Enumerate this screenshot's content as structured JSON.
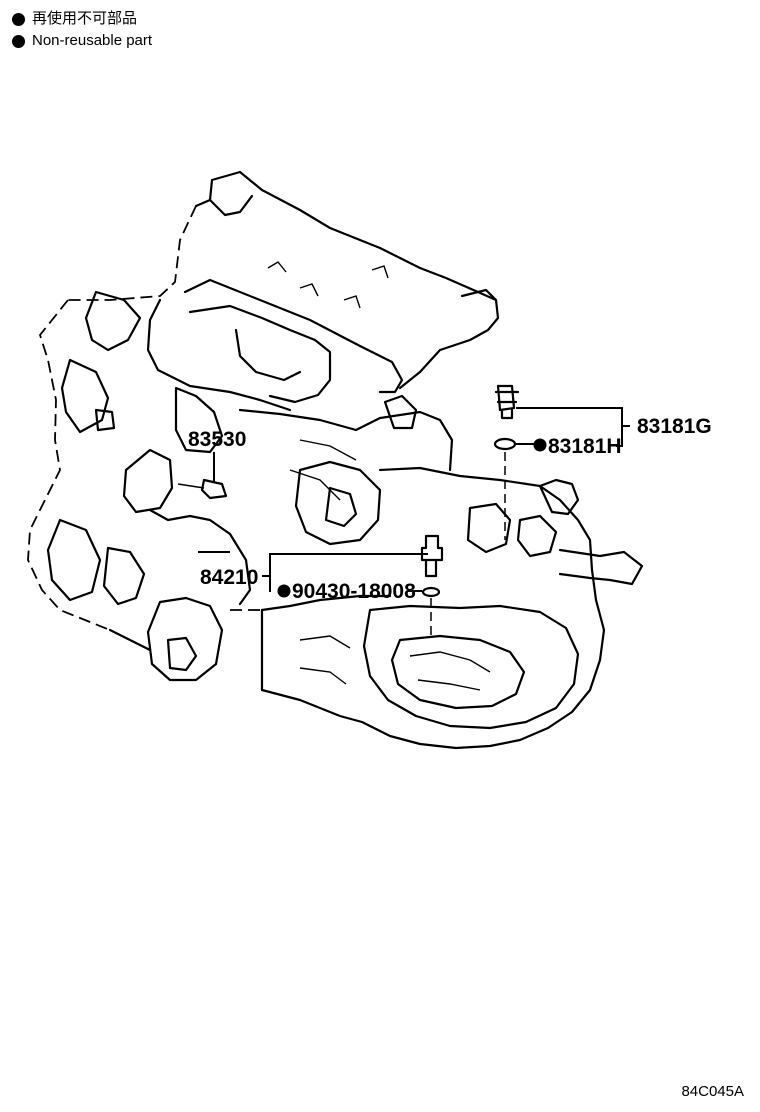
{
  "legend": {
    "items": [
      {
        "text": "再使用不可部品",
        "icon": "bullet-dot-icon"
      },
      {
        "text": "Non-reusable part",
        "icon": "bullet-dot-icon"
      }
    ]
  },
  "parts": {
    "p83181G": "83181G",
    "p83181H": "83181H",
    "p83530": "83530",
    "p84210": "84210",
    "p90430": "90430-18008"
  },
  "non_reusable": [
    "83181H",
    "90430-18008"
  ],
  "illustration_code": "84C045A"
}
